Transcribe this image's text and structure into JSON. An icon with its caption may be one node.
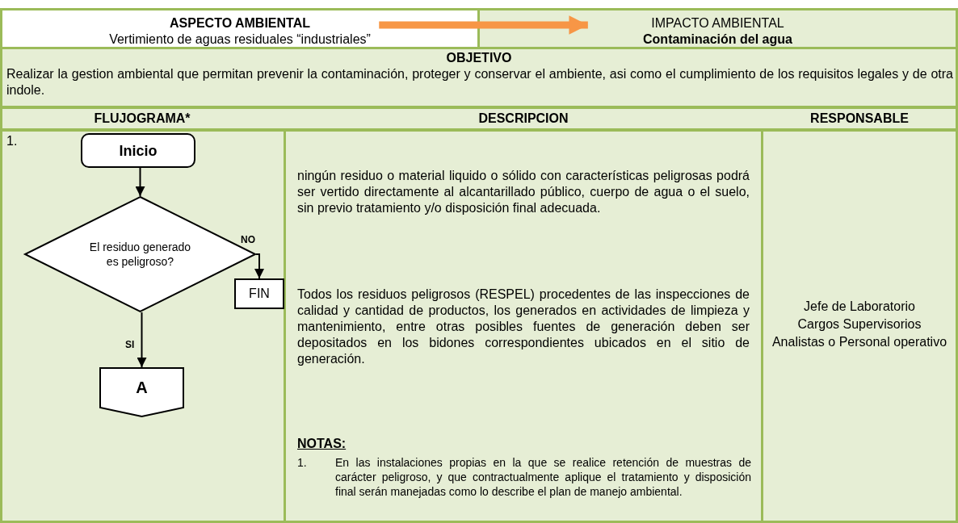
{
  "diagram": {
    "nodes": [
      {
        "text": [
          "ASPECTO AMBIENTAL",
          "Vertimiento de aguas residuales “industriales”"
        ]
      },
      {
        "text": [
          "IMPACTO AMBIENTAL",
          "Contaminación del agua"
        ]
      },
      {
        "text": [
          "Inicio"
        ]
      },
      {
        "text": [
          "El residuo generado es peligroso?"
        ]
      },
      {
        "text": [
          "FIN"
        ]
      },
      {
        "text": [
          "A"
        ]
      }
    ],
    "edges": [
      {
        "from": 0,
        "to": 1,
        "arrow": "to",
        "style": "thick",
        "color": "#f79646"
      },
      {
        "from": 2,
        "to": 3,
        "arrow": "to"
      },
      {
        "from": 3,
        "to": 4,
        "arrow": "to",
        "label": "NO"
      },
      {
        "from": 3,
        "to": 5,
        "arrow": "to",
        "label": "SI"
      }
    ],
    "labels": [
      "OBJETIVO",
      "Realizar la gestion ambiental que permitan prevenir la contaminación, proteger y conservar el ambiente, asi como el cumplimiento de los requisitos legales y de otra indole.",
      "FLUJOGRAMA*",
      "DESCRIPCION",
      "RESPONSABLE",
      "1.",
      "ningún residuo o material liquido o sólido con características peligrosas podrá ser vertido directamente al alcantarillado público, cuerpo de agua o el suelo, sin previo tratamiento y/o disposición final adecuada.",
      "Todos los residuos peligrosos (RESPEL) procedentes de las inspecciones de calidad y cantidad de productos, los generados en actividades de limpieza y mantenimiento, entre otras posibles fuentes de generación deben ser depositados en los bidones correspondientes ubicados en el sitio de generación.",
      "NOTAS:",
      "1.",
      "En las instalaciones propias en la que se realice retención de muestras de carácter peligroso, y que contractualmente aplique el tratamiento y disposición final serán manejadas como lo describe el plan de manejo ambiental.",
      "Jefe de Laboratorio",
      "Cargos Supervisorios",
      "Analistas o Personal operativo"
    ]
  }
}
